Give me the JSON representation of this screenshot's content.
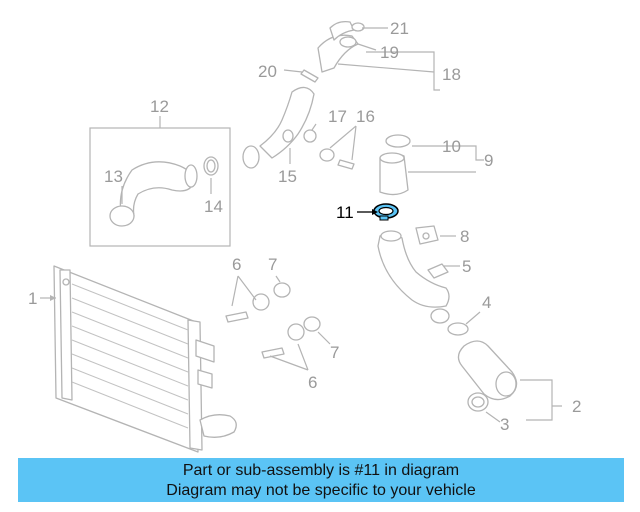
{
  "diagram": {
    "callouts": [
      {
        "id": "1",
        "label": "1"
      },
      {
        "id": "2",
        "label": "2"
      },
      {
        "id": "3",
        "label": "3"
      },
      {
        "id": "4",
        "label": "4"
      },
      {
        "id": "5",
        "label": "5"
      },
      {
        "id": "6a",
        "label": "6"
      },
      {
        "id": "6b",
        "label": "6"
      },
      {
        "id": "7a",
        "label": "7"
      },
      {
        "id": "7b",
        "label": "7"
      },
      {
        "id": "8",
        "label": "8"
      },
      {
        "id": "9",
        "label": "9"
      },
      {
        "id": "10",
        "label": "10"
      },
      {
        "id": "11",
        "label": "11"
      },
      {
        "id": "12",
        "label": "12"
      },
      {
        "id": "13",
        "label": "13"
      },
      {
        "id": "14",
        "label": "14"
      },
      {
        "id": "15",
        "label": "15"
      },
      {
        "id": "16",
        "label": "16"
      },
      {
        "id": "17",
        "label": "17"
      },
      {
        "id": "18",
        "label": "18"
      },
      {
        "id": "19",
        "label": "19"
      },
      {
        "id": "20",
        "label": "20"
      },
      {
        "id": "21",
        "label": "21"
      }
    ],
    "highlight_part": "11",
    "colors": {
      "highlight_fill": "#5bc4f5",
      "linework": "#b4b4b4",
      "banner": "#5bc4f5"
    }
  },
  "banner": {
    "line1": "Part or sub-assembly is #11 in diagram",
    "line2": "Diagram may not be specific to your vehicle"
  }
}
